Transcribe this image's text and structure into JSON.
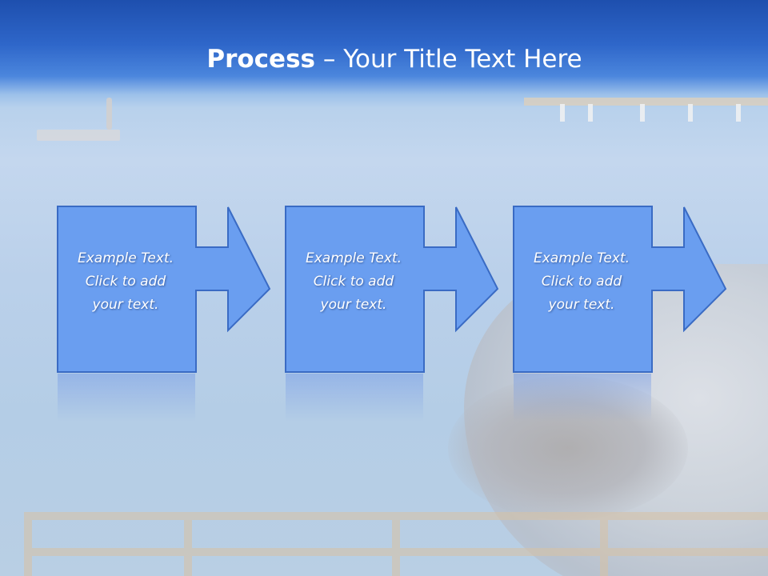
{
  "slide": {
    "title_bold": "Process",
    "title_rest": " – Your Title Text Here"
  },
  "steps": [
    {
      "line1": "Example Text.",
      "line2": "Click  to add",
      "line3": "your text."
    },
    {
      "line1": "Example Text.",
      "line2": "Click  to add",
      "line3": "your text."
    },
    {
      "line1": "Example Text.",
      "line2": "Click  to add",
      "line3": "your text."
    }
  ],
  "colors": {
    "header_blue": "#2e66c9",
    "box_fill": "#6a9ef0",
    "box_stroke": "#3a6bc4",
    "text": "#ffffff"
  },
  "icons": {
    "step_shape": "right-arrow-callout"
  }
}
